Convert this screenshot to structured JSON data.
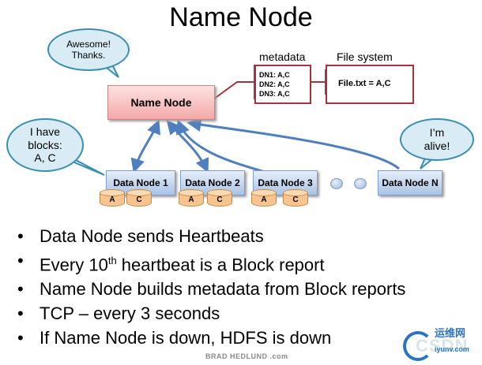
{
  "title": "Name Node",
  "name_node": {
    "label": "Name Node"
  },
  "bubbles": {
    "name_node": "Awesome!\nThanks.",
    "data_node_1": "I have\nblocks:\nA, C",
    "data_node_n": "I’m\nalive!"
  },
  "metadata": {
    "label": "metadata",
    "lines": [
      "DN1: A,C",
      "DN2: A,C",
      "DN3: A,C"
    ]
  },
  "filesystem": {
    "label": "File system",
    "entry": "File.txt = A,C"
  },
  "data_nodes": [
    {
      "label": "Data Node 1",
      "blocks": [
        "A",
        "C"
      ]
    },
    {
      "label": "Data Node 2",
      "blocks": [
        "A",
        "C"
      ]
    },
    {
      "label": "Data Node 3",
      "blocks": [
        "A",
        "C"
      ]
    },
    {
      "label": "Data Node N",
      "blocks": []
    }
  ],
  "bullets": [
    {
      "text": "Data Node sends Heartbeats"
    },
    {
      "pre": "Every 10",
      "sup": "th",
      "post": " heartbeat is a Block report"
    },
    {
      "text": "Name Node builds metadata from Block reports"
    },
    {
      "text": "TCP – every 3 seconds"
    },
    {
      "text": "If Name Node is down, HDFS is down"
    }
  ],
  "credit": "BRAD HEDLUND .com",
  "logo": {
    "cn": "运维网",
    "text": "CSDN",
    "sub": "iyunv.com"
  },
  "colors": {
    "bubble": "#d9ecf5",
    "bubble_border": "#3a8fb0",
    "name_node": "#f4a8a8",
    "data_node": "#a9c3e5",
    "meta_border": "#a3343b",
    "arrow": "#4f7fbf",
    "block": "#f6c48e"
  }
}
